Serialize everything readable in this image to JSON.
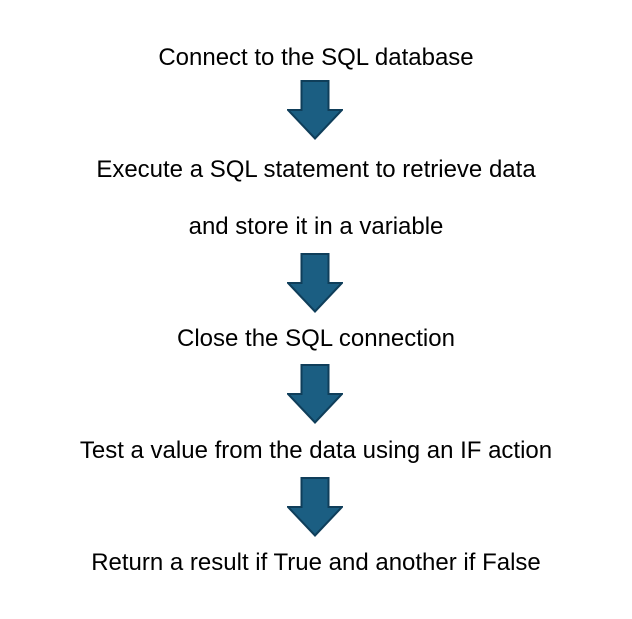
{
  "diagram": {
    "steps": [
      {
        "lines": [
          "Connect to the SQL database"
        ]
      },
      {
        "lines": [
          "Execute a SQL statement to retrieve data",
          "and store it in a variable"
        ]
      },
      {
        "lines": [
          "Close the SQL connection"
        ]
      },
      {
        "lines": [
          "Test a value from the data using an IF action"
        ]
      },
      {
        "lines": [
          "Return a result if True and another if False"
        ]
      }
    ],
    "arrow_fill": "#1b5e82",
    "arrow_stroke": "#0f3e5a",
    "text_color": "#000000",
    "background": "#ffffff"
  }
}
